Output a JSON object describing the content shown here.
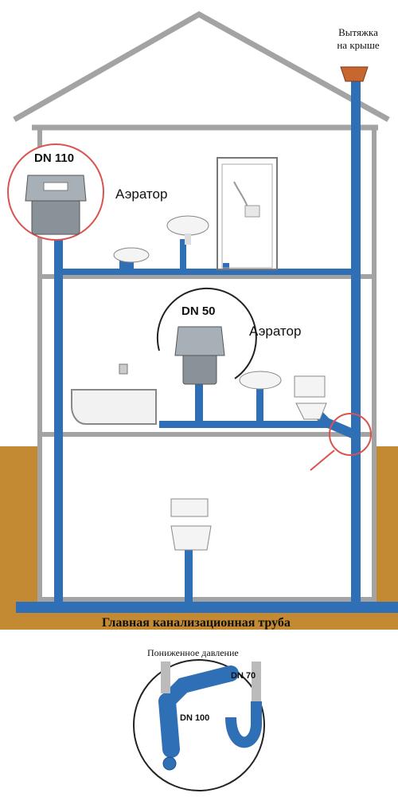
{
  "labels": {
    "roof_vent": "Вытяжка\nна крыше",
    "aerator_1": "Аэратор",
    "aerator_2": "Аэратор",
    "dn110": "DN 110",
    "dn50": "DN 50",
    "main_pipe": "Главная канализационная труба",
    "low_pressure": "Пониженное давление",
    "dn70": "DN 70",
    "dn100": "DN 100"
  },
  "colors": {
    "pipe": "#2f6fb6",
    "pipe_dark": "#1f4f8a",
    "ground": "#c48a33",
    "house_line": "#9a9a9a",
    "highlight_circle": "#d9534f",
    "roof_vent": "#c8662f",
    "aerator_body": "#8a9299"
  }
}
